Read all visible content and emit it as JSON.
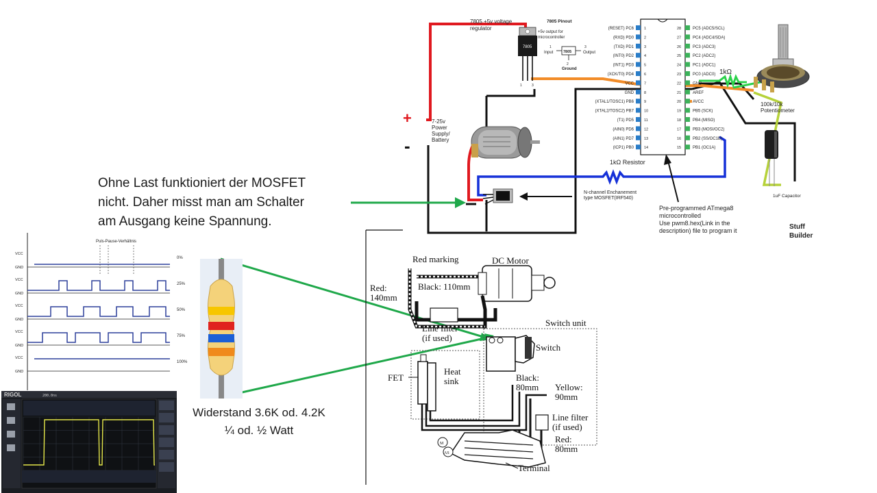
{
  "slide": {
    "explanation_lines": [
      "Ohne Last funktioniert der MOSFET",
      "nicht. Daher misst man am Schalter",
      "am Ausgang keine Spannung."
    ],
    "resistor_caption_lines": [
      "Widerstand  3.6K  od. 4.2K",
      "¼ od. ½  Watt"
    ]
  },
  "schematic": {
    "regulator_label": "7805 +5v voltage\nregulator",
    "pinout_title": "7805 Pinout",
    "pinout_desc": "+5v output for\nmicrocontroller",
    "pinout_chip": "7805",
    "pinout_input": "Input",
    "pinout_output": "Output",
    "pinout_ground": "Ground",
    "pin_nums": [
      "1",
      "2",
      "3"
    ],
    "power_plus": "+",
    "power_minus": "-",
    "power_label": "7-25v\nPower\nSupply/\nBattery",
    "mcu_left_pins": [
      "(RESET) PC6",
      "(RXD) PD0",
      "(TXD) PD1",
      "(INT0) PD2",
      "(INT1) PD3",
      "(XCK/T0) PD4",
      "VCC",
      "GND",
      "(XTAL1/TOSC1) PB6",
      "(XTAL2/TOSC2) PB7",
      "(T1) PD5",
      "(AIN0) PD6",
      "(AIN1) PD7",
      "(ICP1) PB0"
    ],
    "mcu_left_nums": [
      "1",
      "2",
      "3",
      "4",
      "5",
      "6",
      "7",
      "8",
      "9",
      "10",
      "11",
      "12",
      "13",
      "14"
    ],
    "mcu_right_pins": [
      "PC5 (ADC5/SCL)",
      "PC4 (ADC4/SDA)",
      "PC3 (ADC3)",
      "PC2 (ADC2)",
      "PC1 (ADC1)",
      "PC0 (ADC0)",
      "GND",
      "AREF",
      "AVCC",
      "PB5 (SCK)",
      "PB4 (MISO)",
      "PB3 (MOSI/OC2)",
      "PB2 (SS/OC1B)",
      "PB1 (OC1A)"
    ],
    "mcu_right_nums": [
      "28",
      "27",
      "26",
      "25",
      "24",
      "23",
      "22",
      "21",
      "20",
      "19",
      "18",
      "17",
      "16",
      "15"
    ],
    "r_pot_label": "1kΩ",
    "pot_label": "100k/10k\nPotentiometer",
    "r_gate_label": "1kΩ Resistor",
    "mosfet_label": "N-channel Enchanement\ntype MOSFET(IRF540)",
    "mcu_label": "Pre-programmed  ATmega8\nmicrocontrolled\nUse pwm8.hex(Link in the\ndescription) file to program it",
    "cap_label": "1uF Capacitor",
    "brand": "Stuff\nBuilder",
    "colors": {
      "red": "#e0191f",
      "black": "#111111",
      "orange": "#f28c28",
      "green": "#2bd14a",
      "blue": "#1530d8",
      "yellowgreen": "#b6d23a"
    }
  },
  "pwm": {
    "title": "Puls-Pause-Verhältnis",
    "vcc": "VCC",
    "gnd": "GND",
    "duty_labels": [
      "0%",
      "25%",
      "50%",
      "75%",
      "100%"
    ],
    "duty_values": [
      0,
      0.25,
      0.5,
      0.75,
      1.0
    ],
    "color": "#2b3f9a"
  },
  "resistor_colors": [
    "#f7c600",
    "#e0231e",
    "#1b5fd6",
    "#f08a1c"
  ],
  "wiring": {
    "red_marking": "Red marking",
    "dc_motor": "DC Motor",
    "red_wire": "Red:\n140mm",
    "black_110": "Black: 110mm",
    "switch_unit": "Switch unit",
    "line_filter_1": "Line filter\n(if used)",
    "switch": "Switch",
    "fet": "FET",
    "heat_sink": "Heat\nsink",
    "black_80": "Black:\n80mm",
    "yellow_90": "Yellow:\n90mm",
    "line_filter_2": "Line filter\n(if used)",
    "red_80": "Red:\n80mm",
    "terminal": "Terminal",
    "switch_pins": [
      "M",
      "AS"
    ]
  },
  "scope": {
    "brand": "RIGOL",
    "timebase": "200.0ns",
    "color": "#e6e84a"
  },
  "arrow_color": "#1fa84a"
}
